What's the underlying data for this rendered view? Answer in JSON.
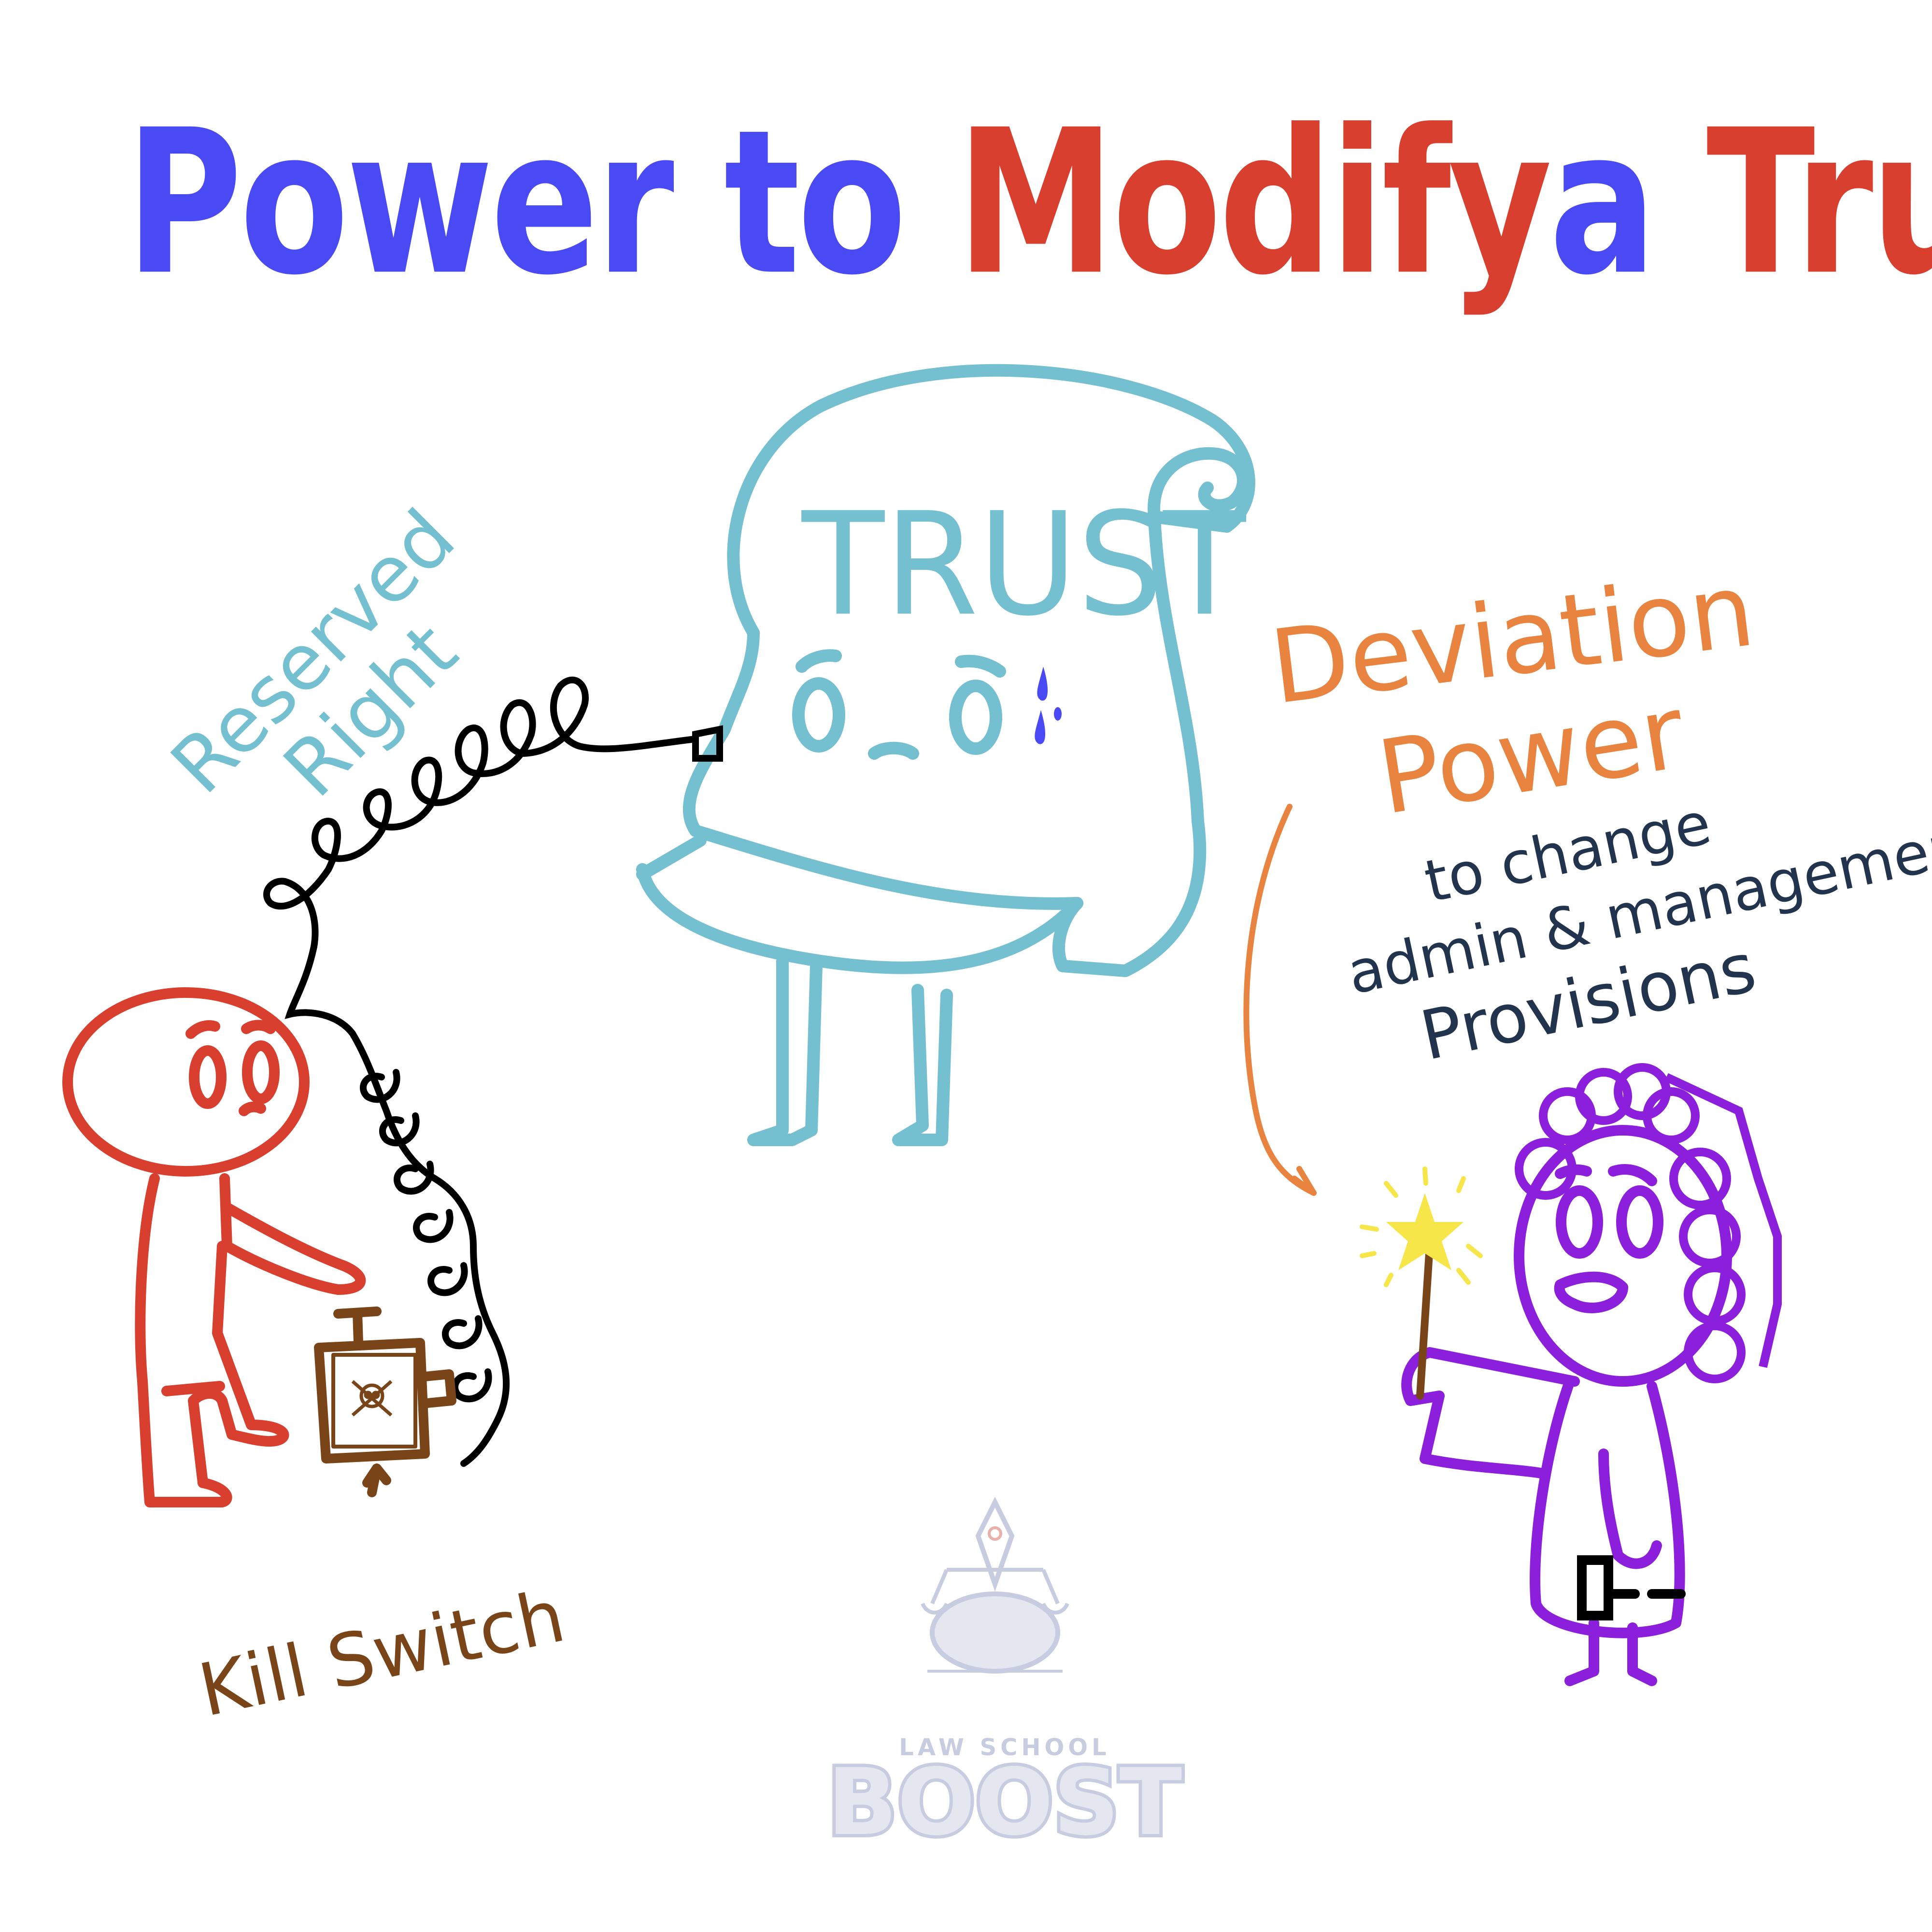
{
  "title": {
    "part1": "Power to",
    "part2": "Modify",
    "part3": "a",
    "part4": "Trust",
    "colors": {
      "primary": "#4A4AF4",
      "accent": "#D93F2E"
    }
  },
  "scroll": {
    "label": "TRUST",
    "color": "#74C0D1",
    "tear_color": "#4A4AF4"
  },
  "reserved_right": {
    "line1": "Reserved",
    "line2": "Right",
    "color": "#74C0D1"
  },
  "kill_switch": {
    "label": "Kill Switch",
    "color": "#7A4419",
    "icon": "skull-crossbones-icon"
  },
  "settlor_figure": {
    "color": "#D93F2E"
  },
  "cord": {
    "color": "#000000"
  },
  "deviation": {
    "line1": "Deviation",
    "line2": "Power",
    "color": "#E8843F",
    "description": {
      "line1": "to change",
      "line2": "admin & management",
      "line3": "Provisions",
      "color": "#22344D"
    }
  },
  "judge_figure": {
    "color": "#8B1FDB",
    "wand_color": "#7A4419",
    "star_color": "#F7E64A"
  },
  "logo": {
    "top_text": "LAW SCHOOL",
    "main_text": "BOOST",
    "color": "#C8CCE0"
  }
}
